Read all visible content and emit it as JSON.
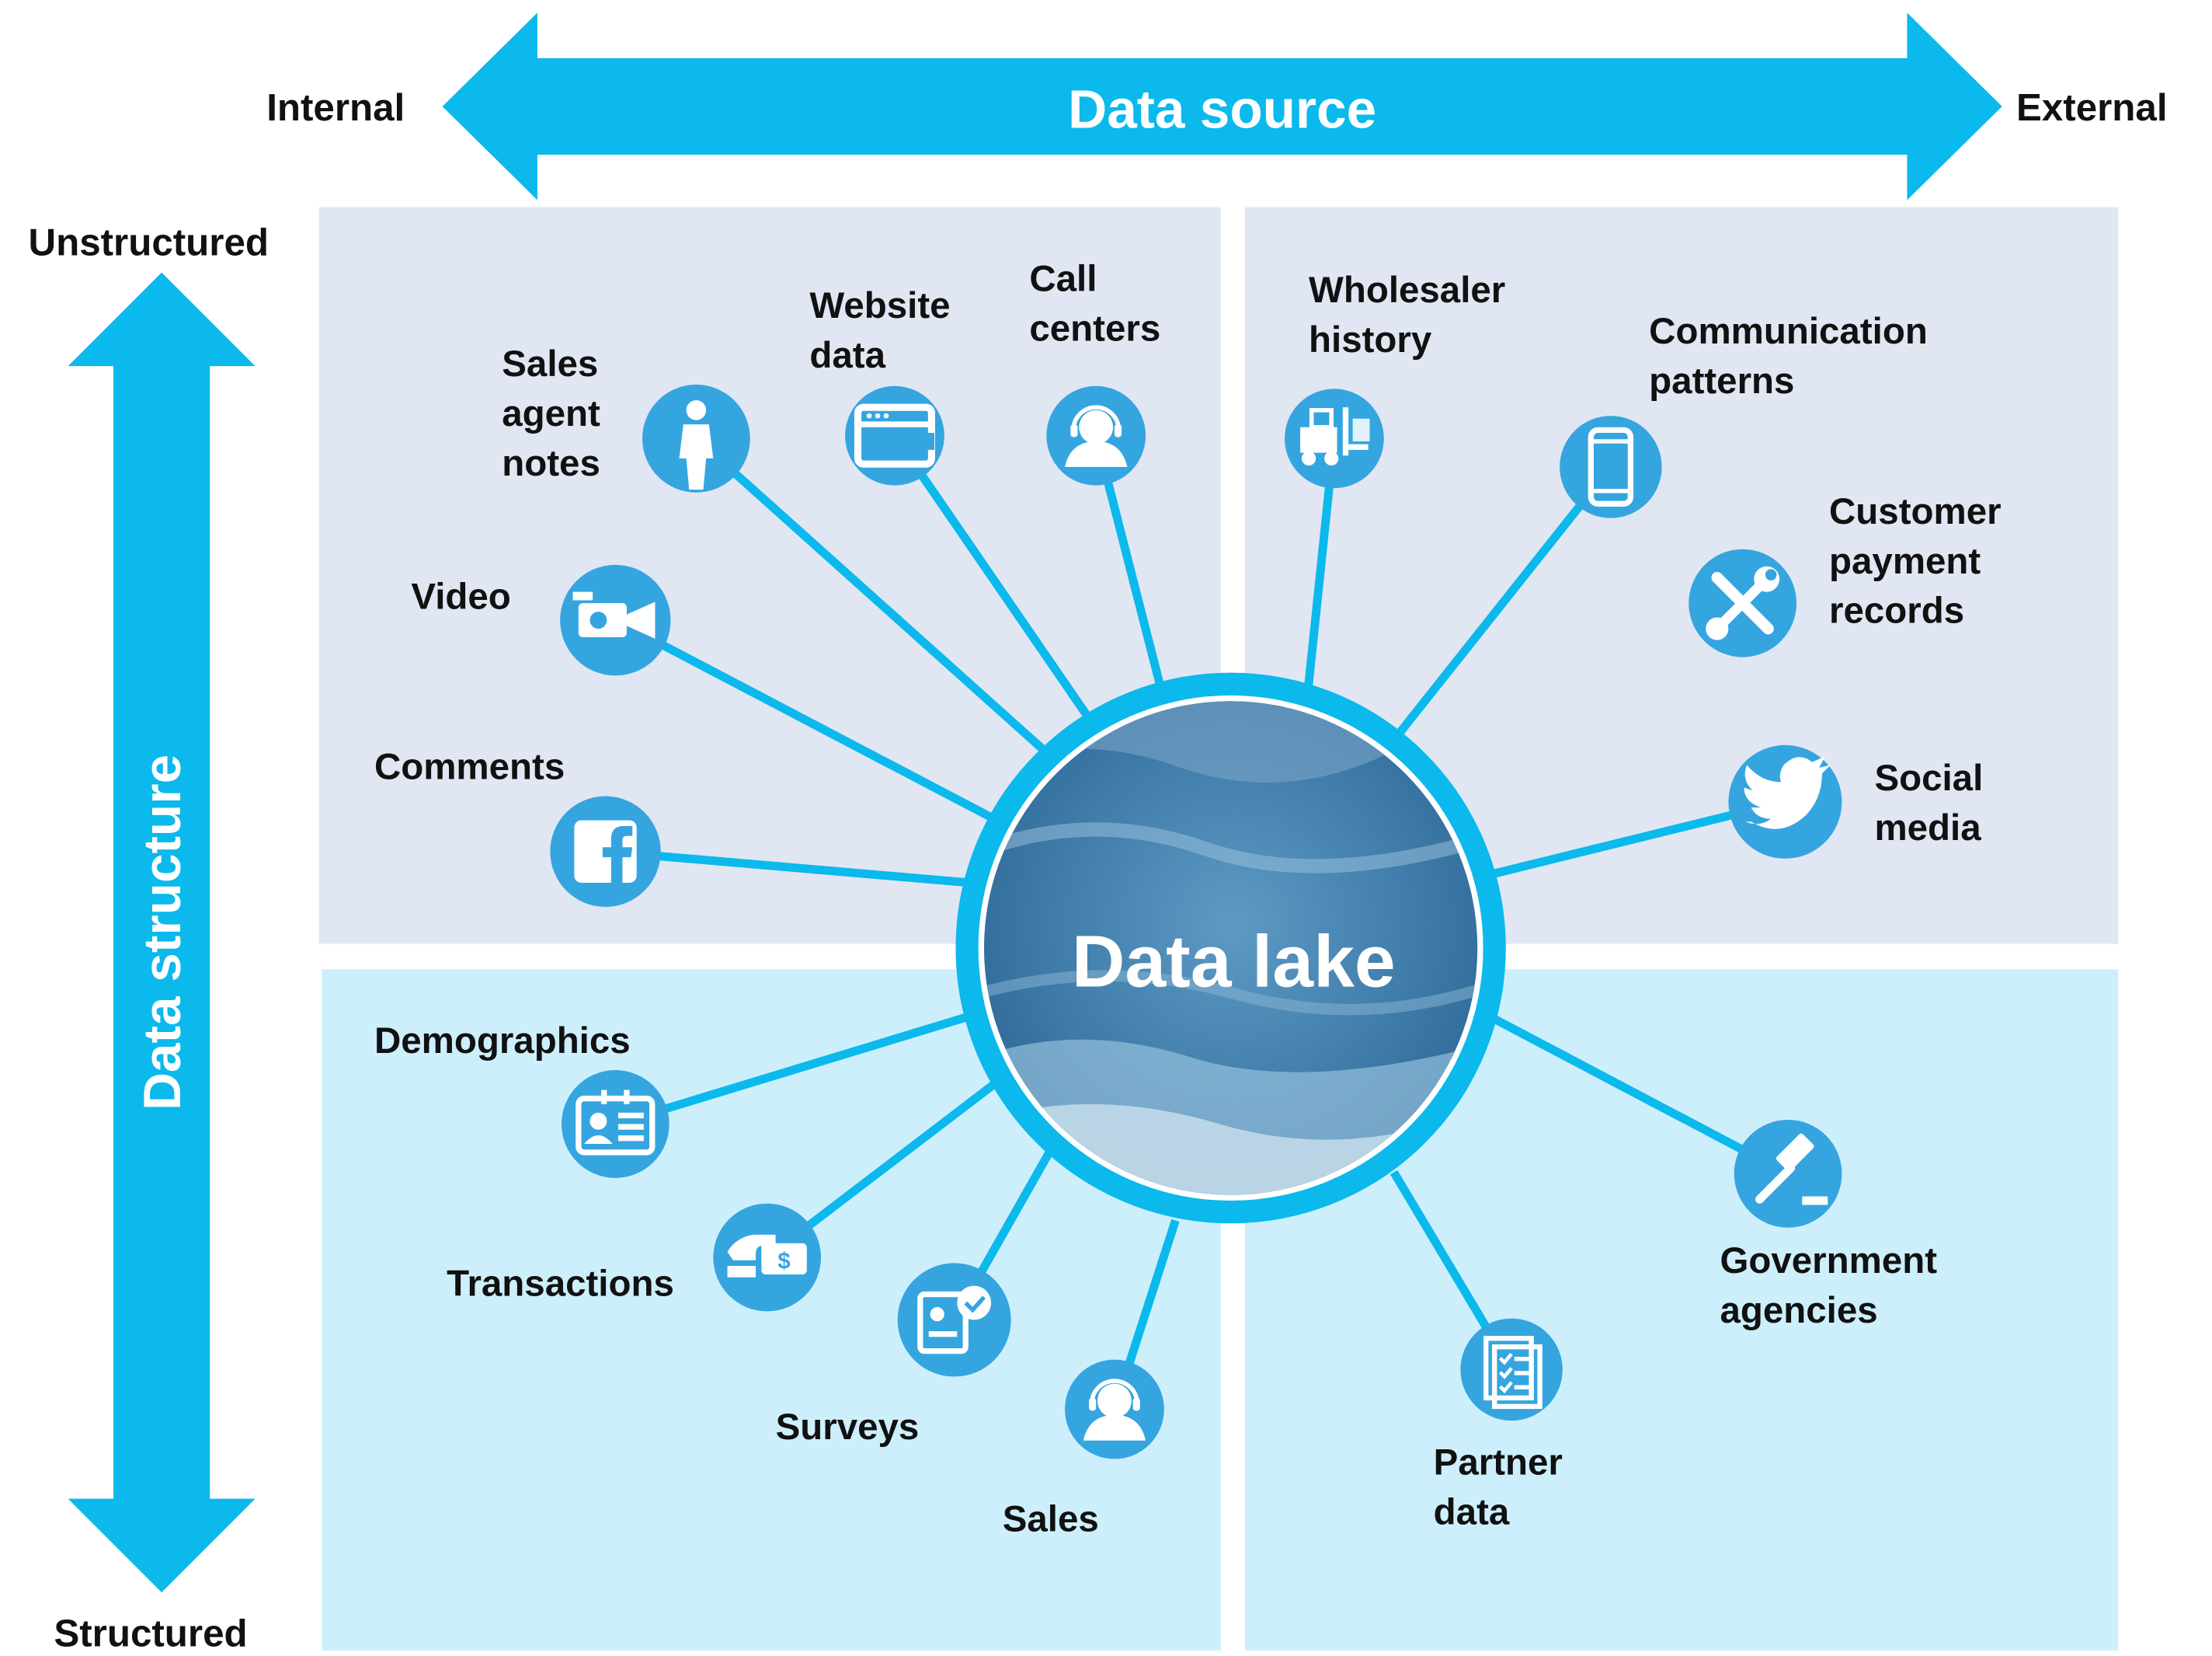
{
  "axes": {
    "horizontal": {
      "title": "Data source",
      "left_label": "Internal",
      "right_label": "External"
    },
    "vertical": {
      "title": "Data structure",
      "top_label": "Unstructured",
      "bottom_label": "Structured"
    }
  },
  "center": {
    "label": "Data lake"
  },
  "colors": {
    "accent": "#0bb9ec",
    "icon_fill": "#35a5e0",
    "quadrant_upper": "#e1e6f3",
    "quadrant_lower": "#cdeffb",
    "lake_water": "#4a86b0"
  },
  "sources": [
    {
      "id": "sales-agent-notes",
      "label": "Sales\nagent\nnotes",
      "icon": "person-icon",
      "quadrant": "internal-unstructured"
    },
    {
      "id": "website-data",
      "label": "Website\ndata",
      "icon": "browser-window-icon",
      "quadrant": "internal-unstructured"
    },
    {
      "id": "call-centers",
      "label": "Call\ncenters",
      "icon": "headset-agent-icon",
      "quadrant": "internal-unstructured"
    },
    {
      "id": "video",
      "label": "Video",
      "icon": "video-camera-icon",
      "quadrant": "internal-unstructured"
    },
    {
      "id": "comments",
      "label": "Comments",
      "icon": "facebook-icon",
      "quadrant": "internal-unstructured"
    },
    {
      "id": "wholesaler-history",
      "label": "Wholesaler\nhistory",
      "icon": "forklift-icon",
      "quadrant": "external-unstructured"
    },
    {
      "id": "communication-patterns",
      "label": "Communication\npatterns",
      "icon": "smartphone-icon",
      "quadrant": "external-unstructured"
    },
    {
      "id": "customer-payment-records",
      "label": "Customer\npayment\nrecords",
      "icon": "tools-icon",
      "quadrant": "external-unstructured"
    },
    {
      "id": "social-media",
      "label": "Social\nmedia",
      "icon": "twitter-bird-icon",
      "quadrant": "external-unstructured"
    },
    {
      "id": "demographics",
      "label": "Demographics",
      "icon": "id-card-icon",
      "quadrant": "internal-structured"
    },
    {
      "id": "transactions",
      "label": "Transactions",
      "icon": "card-payment-icon",
      "quadrant": "internal-structured"
    },
    {
      "id": "surveys",
      "label": "Surveys",
      "icon": "survey-check-icon",
      "quadrant": "internal-structured"
    },
    {
      "id": "sales",
      "label": "Sales",
      "icon": "headset-agent-icon",
      "quadrant": "internal-structured"
    },
    {
      "id": "government-agencies",
      "label": "Government\nagencies",
      "icon": "gavel-icon",
      "quadrant": "external-structured"
    },
    {
      "id": "partner-data",
      "label": "Partner\ndata",
      "icon": "checklist-icon",
      "quadrant": "external-structured"
    }
  ]
}
